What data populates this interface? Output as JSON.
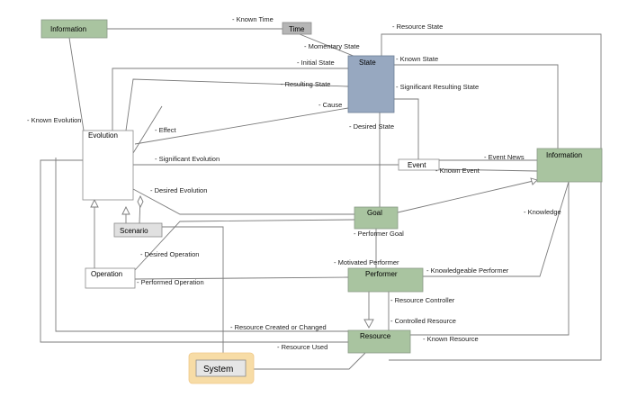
{
  "nodes": {
    "information_top": "Information",
    "time": "Time",
    "state": "State",
    "evolution": "Evolution",
    "event": "Event",
    "information_right": "Information",
    "goal": "Goal",
    "scenario": "Scenario",
    "operation": "Operation",
    "performer": "Performer",
    "resource": "Resource",
    "system": "System"
  },
  "edge_labels": {
    "known_time": "- Known Time",
    "resource_state": "- Resource State",
    "momentary_state": "- Momentary State",
    "initial_state": "- Initial State",
    "known_state": "- Known State",
    "resulting_state": "- Resulting State",
    "significant_resulting_state": "- Significant Resulting State",
    "cause": "- Cause",
    "known_evolution": "- Known Evolution",
    "effect": "- Effect",
    "desired_state": "- Desired State",
    "event_news": "- Event News",
    "significant_evolution": "- Significant Evolution",
    "known_event": "- Known Event",
    "desired_evolution": "- Desired Evolution",
    "knowledge": "- Knowledge",
    "performer_goal": "- Performer Goal",
    "desired_operation": "- Desired Operation",
    "motivated_performer": "- Motivated Performer",
    "knowledgeable_performer": "- Knowledgeable Performer",
    "performed_operation": "- Performed Operation",
    "resource_controller": "- Resource Controller",
    "controlled_resource": "- Controlled Resource",
    "resource_created_or_changed": "- Resource Created or Changed",
    "known_resource": "- Known Resource",
    "resource_used": "- Resource Used"
  },
  "colors": {
    "green_fill": "#a9c4a0",
    "state_fill": "#97a8c0",
    "gray_fill": "#b5b5b5",
    "white_fill": "#ffffff",
    "system_highlight": "#f7dca6",
    "edge": "#7b7b7b"
  }
}
